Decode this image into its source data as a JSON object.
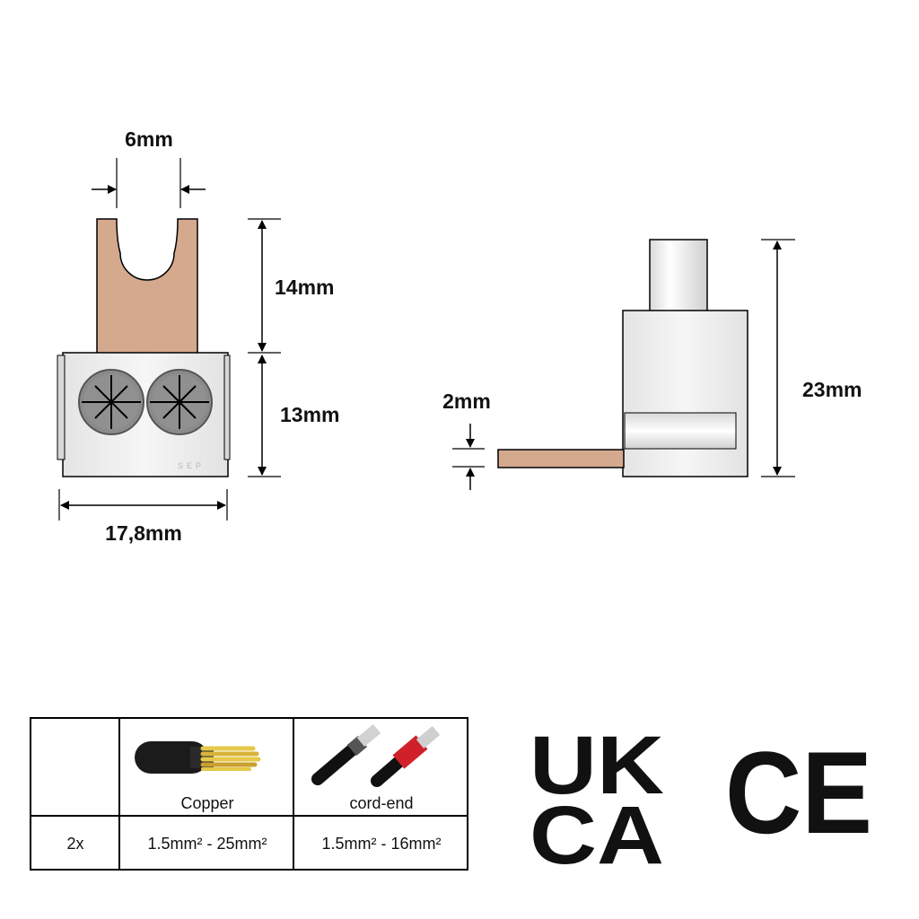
{
  "dimensions": {
    "slot_width": "6mm",
    "tab_length": "14mm",
    "body_height": "13mm",
    "body_width": "17,8mm",
    "tab_thickness": "2mm",
    "total_height": "23mm"
  },
  "body_mark": "SEP",
  "table": {
    "headers": [
      "",
      "Copper",
      "cord-end"
    ],
    "rows": [
      [
        "2x",
        "1.5mm² - 25mm²",
        "1.5mm² - 16mm²"
      ]
    ]
  },
  "marks": {
    "ukca_line1": "UK",
    "ukca_line2": "CA",
    "ce": "CE"
  },
  "colors": {
    "copper": "#d4a98e",
    "body": "#eeeeee",
    "screw": "#8a8a8a",
    "insulation": "#1b1b1b",
    "ferrule_red": "#d0202a",
    "wire_gold": "#e6c84a"
  }
}
